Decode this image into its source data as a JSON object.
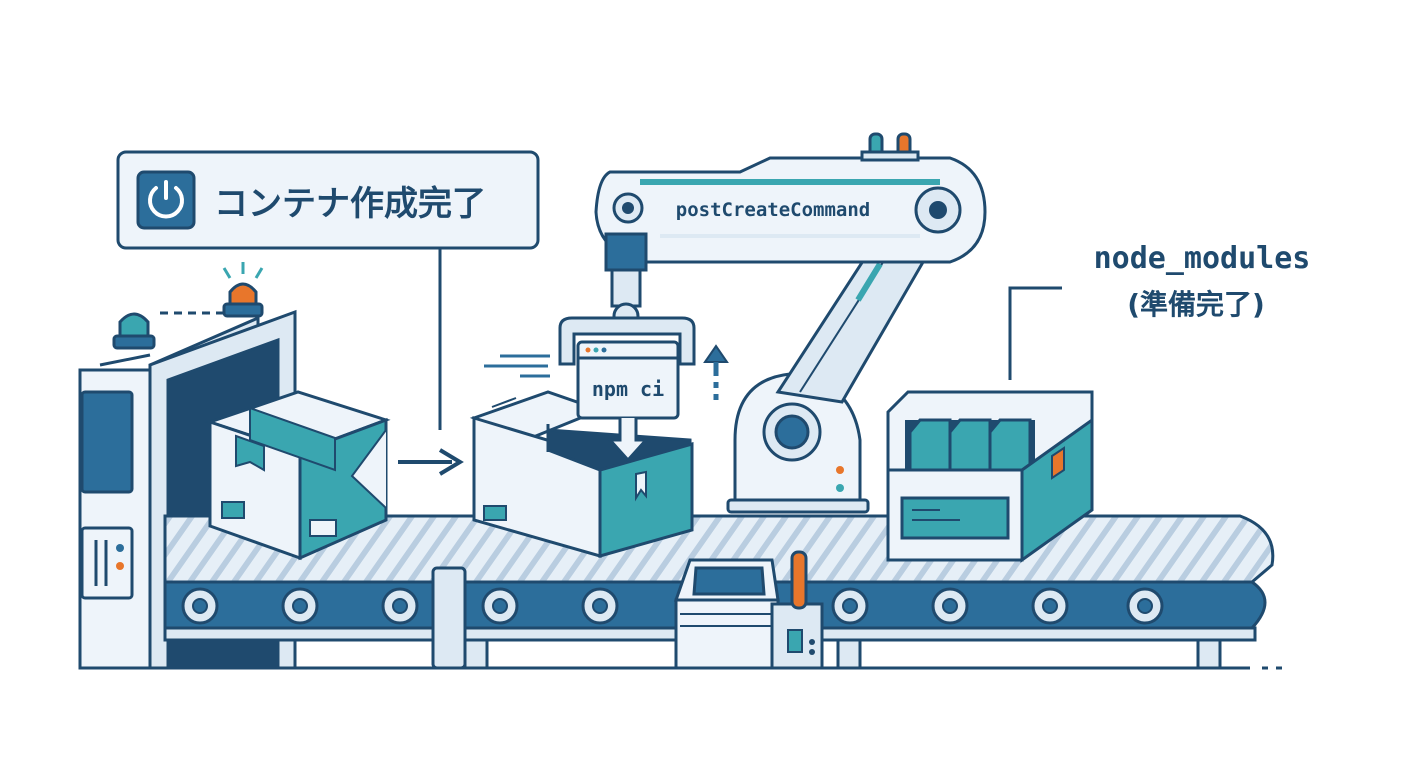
{
  "status_callout": {
    "label": "コンテナ作成完了",
    "icon": "power-icon"
  },
  "robot_arm": {
    "label": "postCreateCommand"
  },
  "install_window": {
    "command": "npm ci"
  },
  "result_label": {
    "line1": "node_modules",
    "line2": "(準備完了)"
  },
  "colors": {
    "outline": "#1f4a6e",
    "dark_blue": "#2c6e9b",
    "teal": "#3aa6b0",
    "light_blue": "#dde9f3",
    "box_white": "#eef4fa",
    "orange": "#e8762b",
    "belt": "#c8d9e8"
  }
}
